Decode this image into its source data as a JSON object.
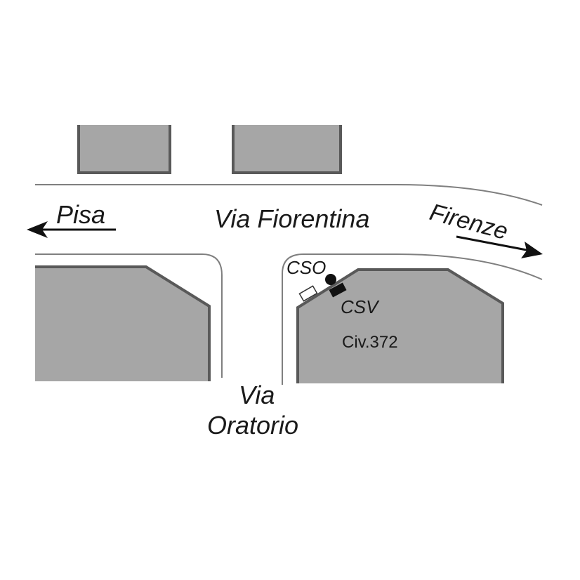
{
  "streets": {
    "main": "Via Fiorentina",
    "side_line1": "Via",
    "side_line2": "Oratorio"
  },
  "directions": {
    "west": "Pisa",
    "east": "Firenze"
  },
  "markers": {
    "cso": "CSO",
    "csv": "CSV",
    "civic": "Civ.372"
  },
  "colors": {
    "building_fill": "#a6a6a6",
    "building_edge": "#595959",
    "road_edge": "#7f7f7f",
    "text": "#1a1a1a",
    "background": "#ffffff"
  },
  "icons": {
    "cso_marker": "filled-circle",
    "csv_marker": "filled-rectangle",
    "small_box": "outlined-rectangle",
    "direction_arrow": "arrow"
  }
}
